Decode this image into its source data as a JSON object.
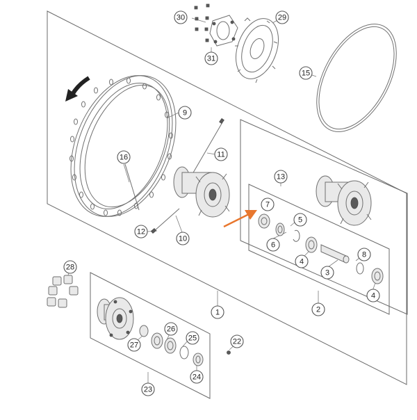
{
  "highlight_color": "#e8772e",
  "callouts": {
    "c1": "1",
    "c2": "2",
    "c3": "3",
    "c4a": "4",
    "c4b": "4",
    "c5": "5",
    "c6": "6",
    "c7": "7",
    "c8": "8",
    "c9": "9",
    "c10": "10",
    "c11": "11",
    "c12": "12",
    "c13": "13",
    "c15": "15",
    "c16": "16",
    "c22": "22",
    "c23": "23",
    "c24": "24",
    "c25": "25",
    "c26": "26",
    "c27": "27",
    "c28": "28",
    "c29": "29",
    "c30": "30",
    "c31": "31"
  },
  "icons": {
    "direction_arrow": "rotation-direction-arrow-icon",
    "highlight_arrow": "highlight-arrow-icon"
  }
}
